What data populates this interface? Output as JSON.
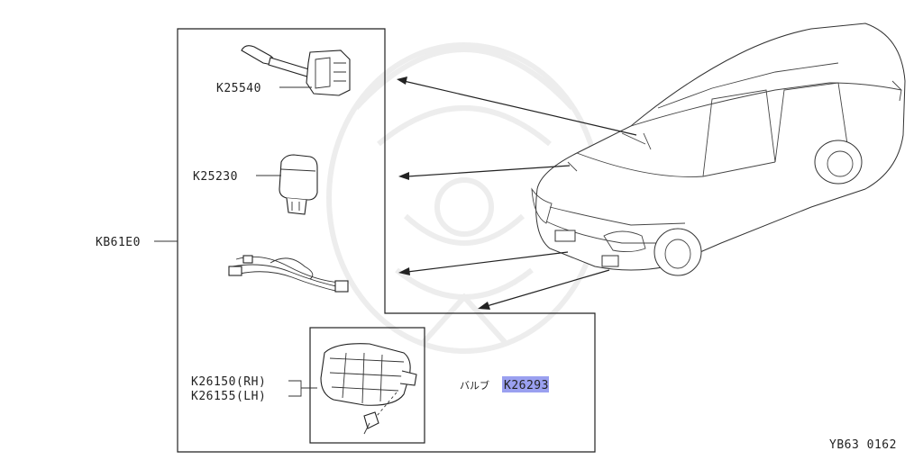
{
  "diagram": {
    "assembly_code": "KB61E0",
    "parts": {
      "combination_switch": "K25540",
      "relay": "K25230",
      "harness": "",
      "fog_lamp_rh": "K26150(RH)",
      "fog_lamp_lh": "K26155(LH)"
    },
    "bulb": {
      "label": "バルブ",
      "code_highlighted": "K2629",
      "code_rest": "3",
      "highlight_color": "#9aa0f0"
    },
    "figure_ref": "YB63 0162"
  }
}
